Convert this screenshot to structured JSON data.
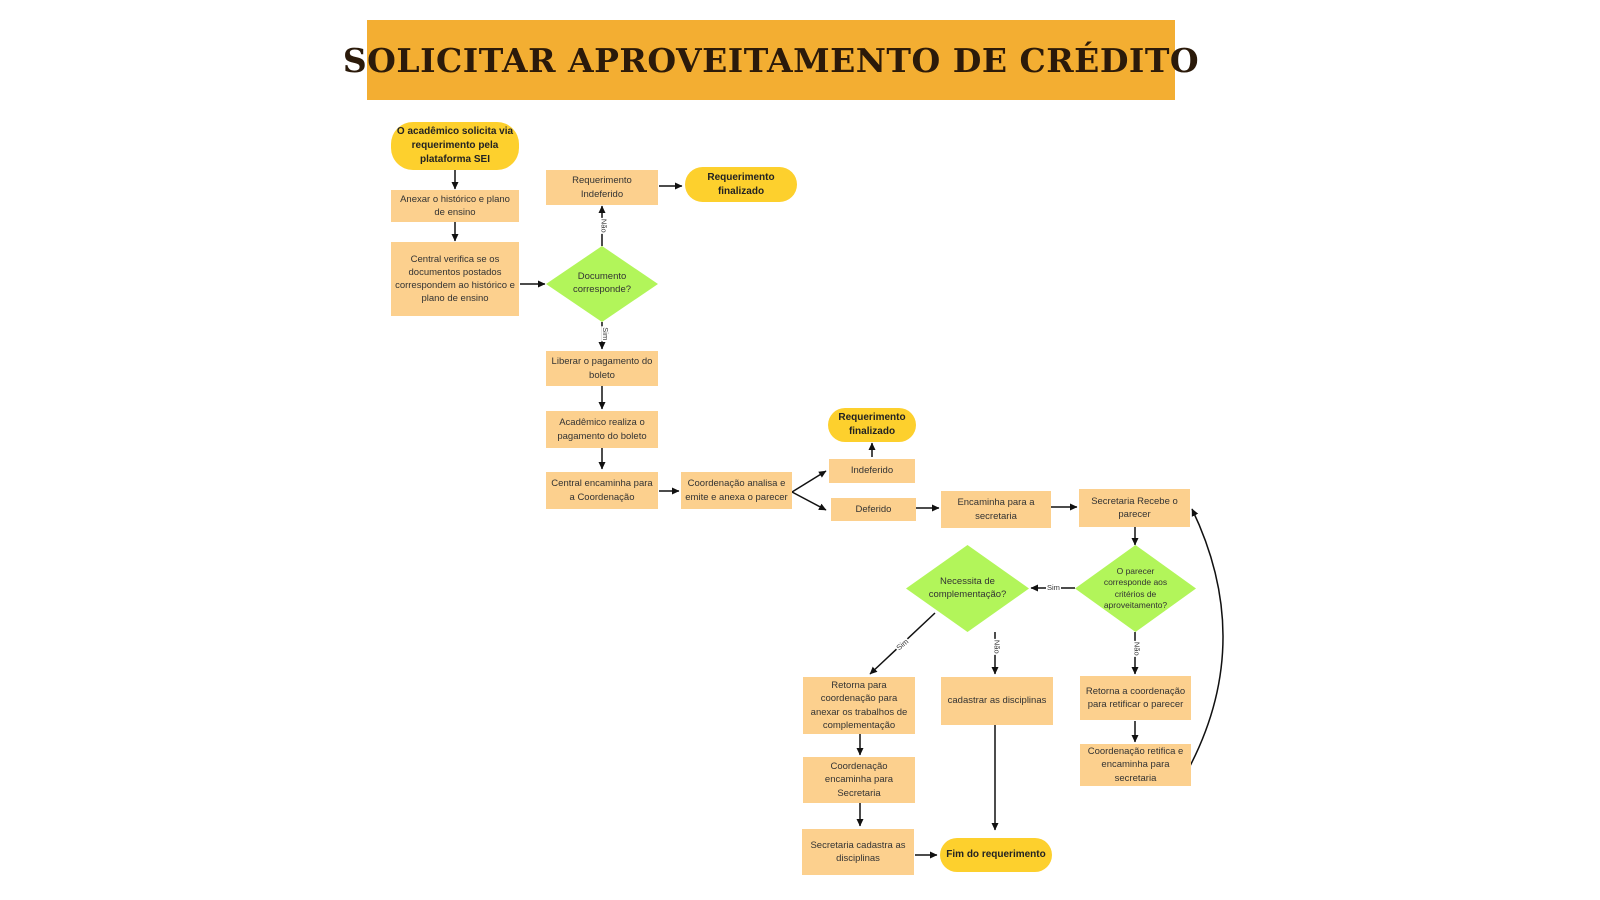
{
  "title": "SOLICITAR APROVEITAMENTO DE CRÉDITO",
  "nodes": {
    "start": "O acadêmico solicita via requerimento pela plataforma SEI",
    "attach": "Anexar o histórico e plano de ensino",
    "central_check": "Central verifica se os documentos postados correspondem ao histórico e plano de ensino",
    "doc_match": "Documento corresponde?",
    "req_denied_1": "Requerimento Indeferido",
    "req_final_1": "Requerimento finalizado",
    "release_payment": "Liberar o pagamento do boleto",
    "student_pays": "Acadêmico realiza o pagamento do boleto",
    "central_forward": "Central encaminha para a Coordenação",
    "coord_analysis": "Coordenação analisa e emite e anexa o parecer",
    "denied_2": "Indeferido",
    "req_final_2": "Requerimento finalizado",
    "granted": "Deferido",
    "forward_secretary": "Encaminha para a secretaria",
    "secretary_receives": "Secretaria Recebe o parecer",
    "criteria_match": "O parecer corresponde aos critérios de aproveitamento?",
    "needs_complement": "Necessita de complementação?",
    "return_coord_rectify": "Retorna a coordenação para retificar o parecer",
    "coord_rectifies": "Coordenação retifica e encaminha para secretaria",
    "return_coord_complement": "Retorna para coordenação para anexar os trabalhos de complementação",
    "register_disciplines": "cadastrar as disciplinas",
    "coord_forward_secretary": "Coordenação encaminha para Secretaria",
    "secretary_registers": "Secretaria cadastra as disciplinas",
    "end": "Fim do requerimento"
  },
  "edge_labels": {
    "no": "Não",
    "yes": "Sim"
  },
  "colors": {
    "title_bg": "#f3ae32",
    "process": "#fcd08e",
    "terminal": "#fdd02d",
    "decision": "#b2f55a",
    "arrow": "#111111"
  }
}
